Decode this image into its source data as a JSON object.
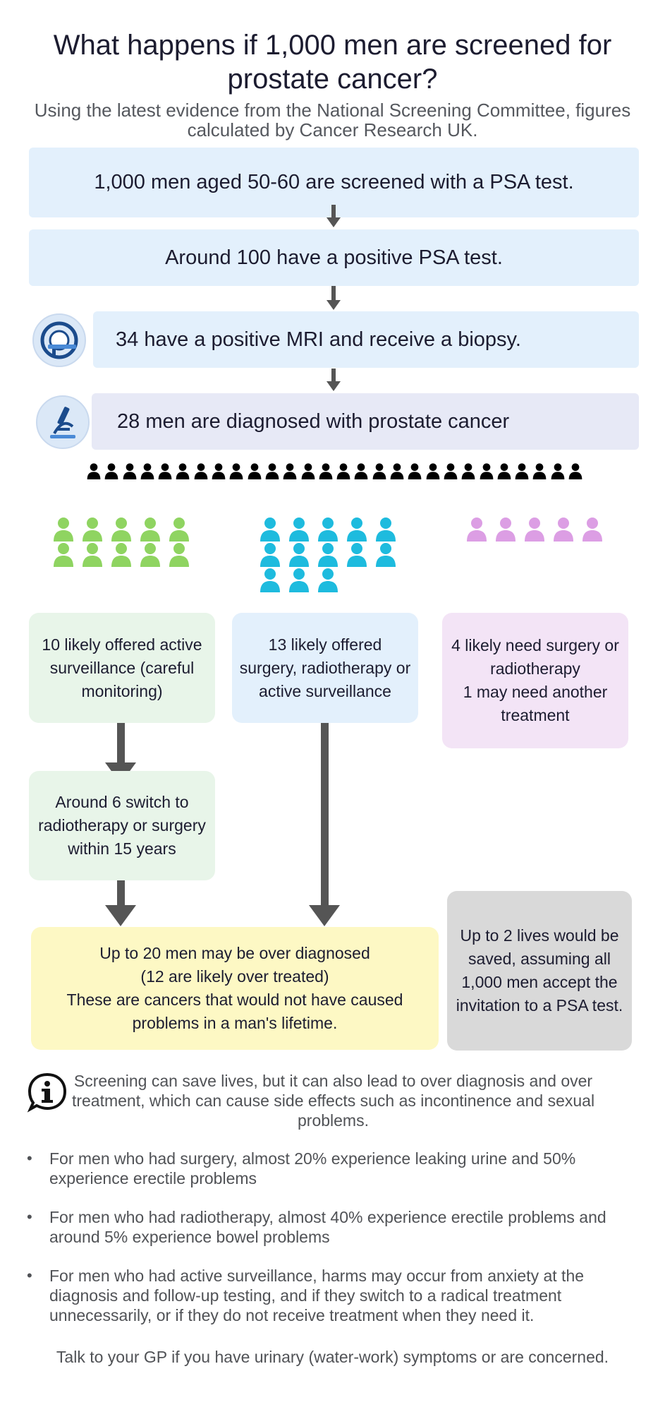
{
  "title": "What happens if 1,000 men are screened for prostate cancer?",
  "subtitle": "Using the latest evidence from the National Screening Committee, figures calculated by Cancer Research UK.",
  "steps": [
    "1,000 men aged 50-60 are screened with a PSA test.",
    "Around 100 have a positive PSA test.",
    "34 have a positive MRI and receive a biopsy.",
    "28 men are diagnosed with prostate cancer"
  ],
  "icons": {
    "mri": "mri-scanner-icon",
    "microscope": "microscope-icon",
    "info": "info-speech-bubble-icon",
    "person": "person-icon"
  },
  "people": {
    "diagnosed_row": 28,
    "groups": [
      {
        "count": 10,
        "color": "#8fd461"
      },
      {
        "count": 13,
        "color": "#1ebbde"
      },
      {
        "count": 5,
        "color": "#dc9ee4"
      }
    ]
  },
  "boxes": {
    "active_surveillance": "10 likely offered active surveillance (careful monitoring)",
    "offered_options": "13 likely offered surgery, radiotherapy or active surveillance",
    "need_surgery_line1": "4 likely need surgery or radiotherapy",
    "need_surgery_line2": "1 may need another treatment",
    "switch": "Around 6 switch to radiotherapy or surgery within 15 years",
    "over_line1": "Up to 20 men may be over diagnosed",
    "over_line2": "(12 are likely over treated)",
    "over_line3": "These are cancers that would not have caused problems in a man's lifetime.",
    "lives_saved": "Up to 2 lives would be saved, assuming all 1,000 men accept the invitation to a PSA test."
  },
  "colors": {
    "step_bg": "#e3f0fc",
    "step4_bg": "#e7e9f6",
    "green_box": "#e8f5e9",
    "blue_box": "#e3f0fc",
    "pink_box": "#f3e4f6",
    "yellow_box": "#fdf8c4",
    "grey_box": "#d9d9d9",
    "arrow": "#555555"
  },
  "info": "Screening can save lives, but it can also lead to over diagnosis and over treatment, which can cause side effects such as incontinence and sexual problems.",
  "bullets": [
    "For men who had surgery, almost 20% experience leaking urine and 50% experience erectile problems",
    "For men who had radiotherapy, almost 40% experience erectile problems and around 5% experience bowel problems",
    "For men who had active surveillance, harms may occur from anxiety at the diagnosis and follow-up testing, and if they switch to a radical treatment unnecessarily, or if they do not receive treatment when they need it."
  ],
  "footer": "Talk to your GP if you have urinary (water-work) symptoms or are concerned."
}
